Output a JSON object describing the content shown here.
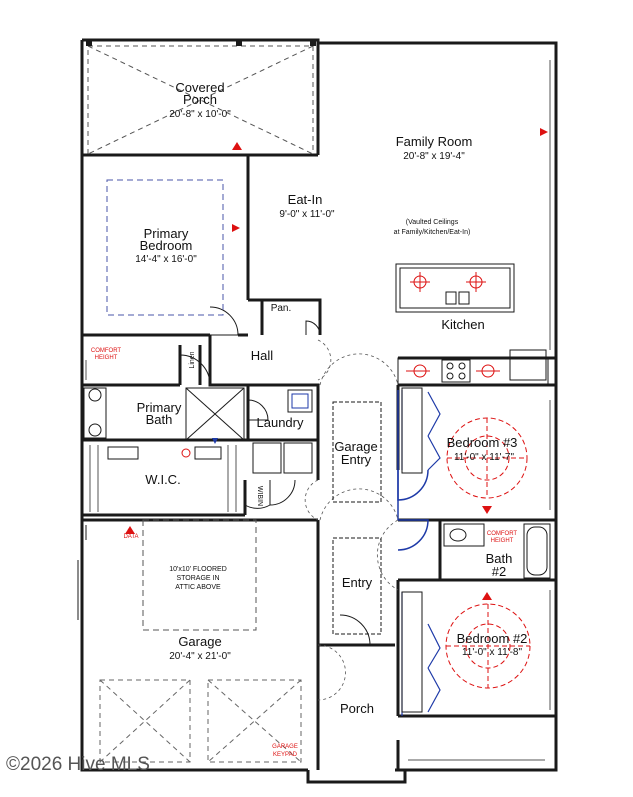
{
  "rooms": {
    "covered_porch": {
      "name_1": "Covered",
      "name_2": "Porch",
      "dims": "20'-8\" x 10'-0\""
    },
    "family_room": {
      "name": "Family Room",
      "dims": "20'-8\" x 19'-4\""
    },
    "eat_in": {
      "name": "Eat-In",
      "dims": "9'-0\" x 11'-0\""
    },
    "vaulted_note": {
      "line_1": "(Vaulted Ceilings",
      "line_2": "at Family/Kitchen/Eat-In)"
    },
    "primary_bedroom": {
      "name_1": "Primary",
      "name_2": "Bedroom",
      "dims": "14'-4\" x 16'-0\""
    },
    "pantry": {
      "name": "Pan."
    },
    "kitchen": {
      "name": "Kitchen"
    },
    "hall": {
      "name": "Hall"
    },
    "linen": {
      "name": "Linen"
    },
    "primary_bath": {
      "name_1": "Primary",
      "name_2": "Bath"
    },
    "laundry": {
      "name": "Laundry"
    },
    "garage_entry": {
      "name_1": "Garage",
      "name_2": "Entry"
    },
    "bedroom_3": {
      "name": "Bedroom #3",
      "dims": "11'-0\" x 11'-7\""
    },
    "wic": {
      "name": "W.I.C."
    },
    "wibin": {
      "name": "WIBIN"
    },
    "bath_2": {
      "name_1": "Bath",
      "name_2": "#2"
    },
    "storage": {
      "line_1": "10'x10' FLOORED",
      "line_2": "STORAGE IN",
      "line_3": "ATTIC ABOVE"
    },
    "entry": {
      "name": "Entry"
    },
    "garage": {
      "name": "Garage",
      "dims": "20'-4\" x 21'-0\""
    },
    "bedroom_2": {
      "name": "Bedroom #2",
      "dims": "11'-0\" x 11'-8\""
    },
    "porch": {
      "name": "Porch"
    }
  },
  "annotations": {
    "comfort_height_1": {
      "line_1": "COMFORT",
      "line_2": "HEIGHT"
    },
    "comfort_height_2": {
      "line_1": "COMFORT",
      "line_2": "HEIGHT"
    },
    "data": "DATA",
    "garage_keypad": {
      "line_1": "GARAGE",
      "line_2": "KEYPAD"
    }
  },
  "watermark": "©2026 Hive MLS",
  "colors": {
    "wall": "#1a1a1a",
    "dash": "#555555",
    "electrical": "#d11111",
    "door_blue": "#1e3aa8",
    "fan_red": "#d11111"
  }
}
